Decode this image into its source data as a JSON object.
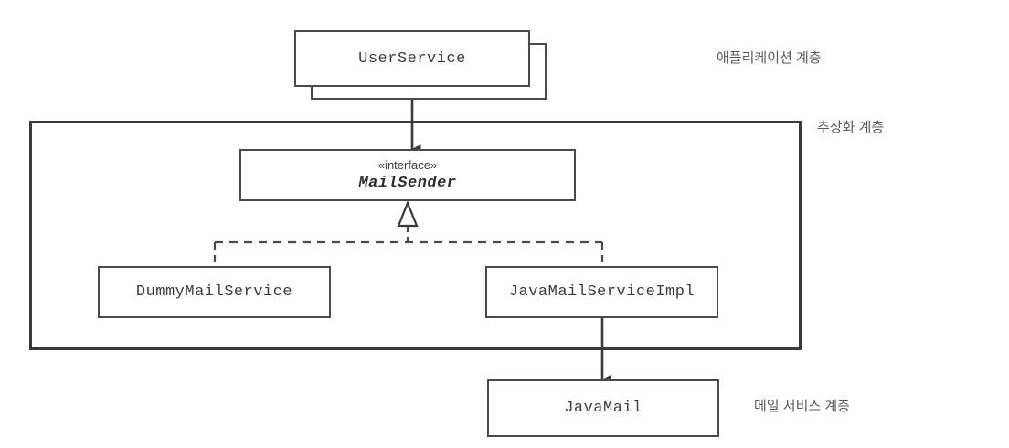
{
  "diagram": {
    "type": "uml-class-diagram",
    "background_color": "#ffffff",
    "line_color": "#4a4a4a",
    "text_color": "#3d3d3d",
    "nodes": [
      {
        "id": "userservice",
        "label": "UserService",
        "shape": "stacked-rectangle",
        "layer": "application"
      },
      {
        "id": "mailsender",
        "stereotype": "«interface»",
        "label": "MailSender",
        "shape": "rectangle",
        "style": "bold-italic",
        "layer": "abstraction"
      },
      {
        "id": "dummymailservice",
        "label": "DummyMailService",
        "shape": "rectangle",
        "layer": "abstraction"
      },
      {
        "id": "javamailserviceimpl",
        "label": "JavaMailServiceImpl",
        "shape": "rectangle",
        "layer": "abstraction"
      },
      {
        "id": "javamail",
        "label": "JavaMail",
        "shape": "rectangle",
        "layer": "mail-service"
      }
    ],
    "edges": [
      {
        "id": "userservice-to-mailsender",
        "from": "userservice",
        "to": "mailsender",
        "style": "solid",
        "arrowhead": "filled-triangle",
        "kind": "dependency"
      },
      {
        "id": "dummymailservice-realizes-mailsender",
        "from": "dummymailservice",
        "to": "mailsender",
        "style": "dashed",
        "arrowhead": "hollow-triangle",
        "kind": "realization"
      },
      {
        "id": "javamailserviceimpl-realizes-mailsender",
        "from": "javamailserviceimpl",
        "to": "mailsender",
        "style": "dashed",
        "arrowhead": "hollow-triangle",
        "kind": "realization"
      },
      {
        "id": "javamailserviceimpl-to-javamail",
        "from": "javamailserviceimpl",
        "to": "javamail",
        "style": "solid",
        "arrowhead": "filled-triangle",
        "kind": "dependency"
      }
    ],
    "layers": {
      "application_label": "애플리케이션 계층",
      "abstraction_label": "추상화 계층",
      "mail_service_label": "메일 서비스 계층"
    },
    "container": {
      "id": "abstraction-layer-box",
      "label": "추상화 계층"
    }
  }
}
